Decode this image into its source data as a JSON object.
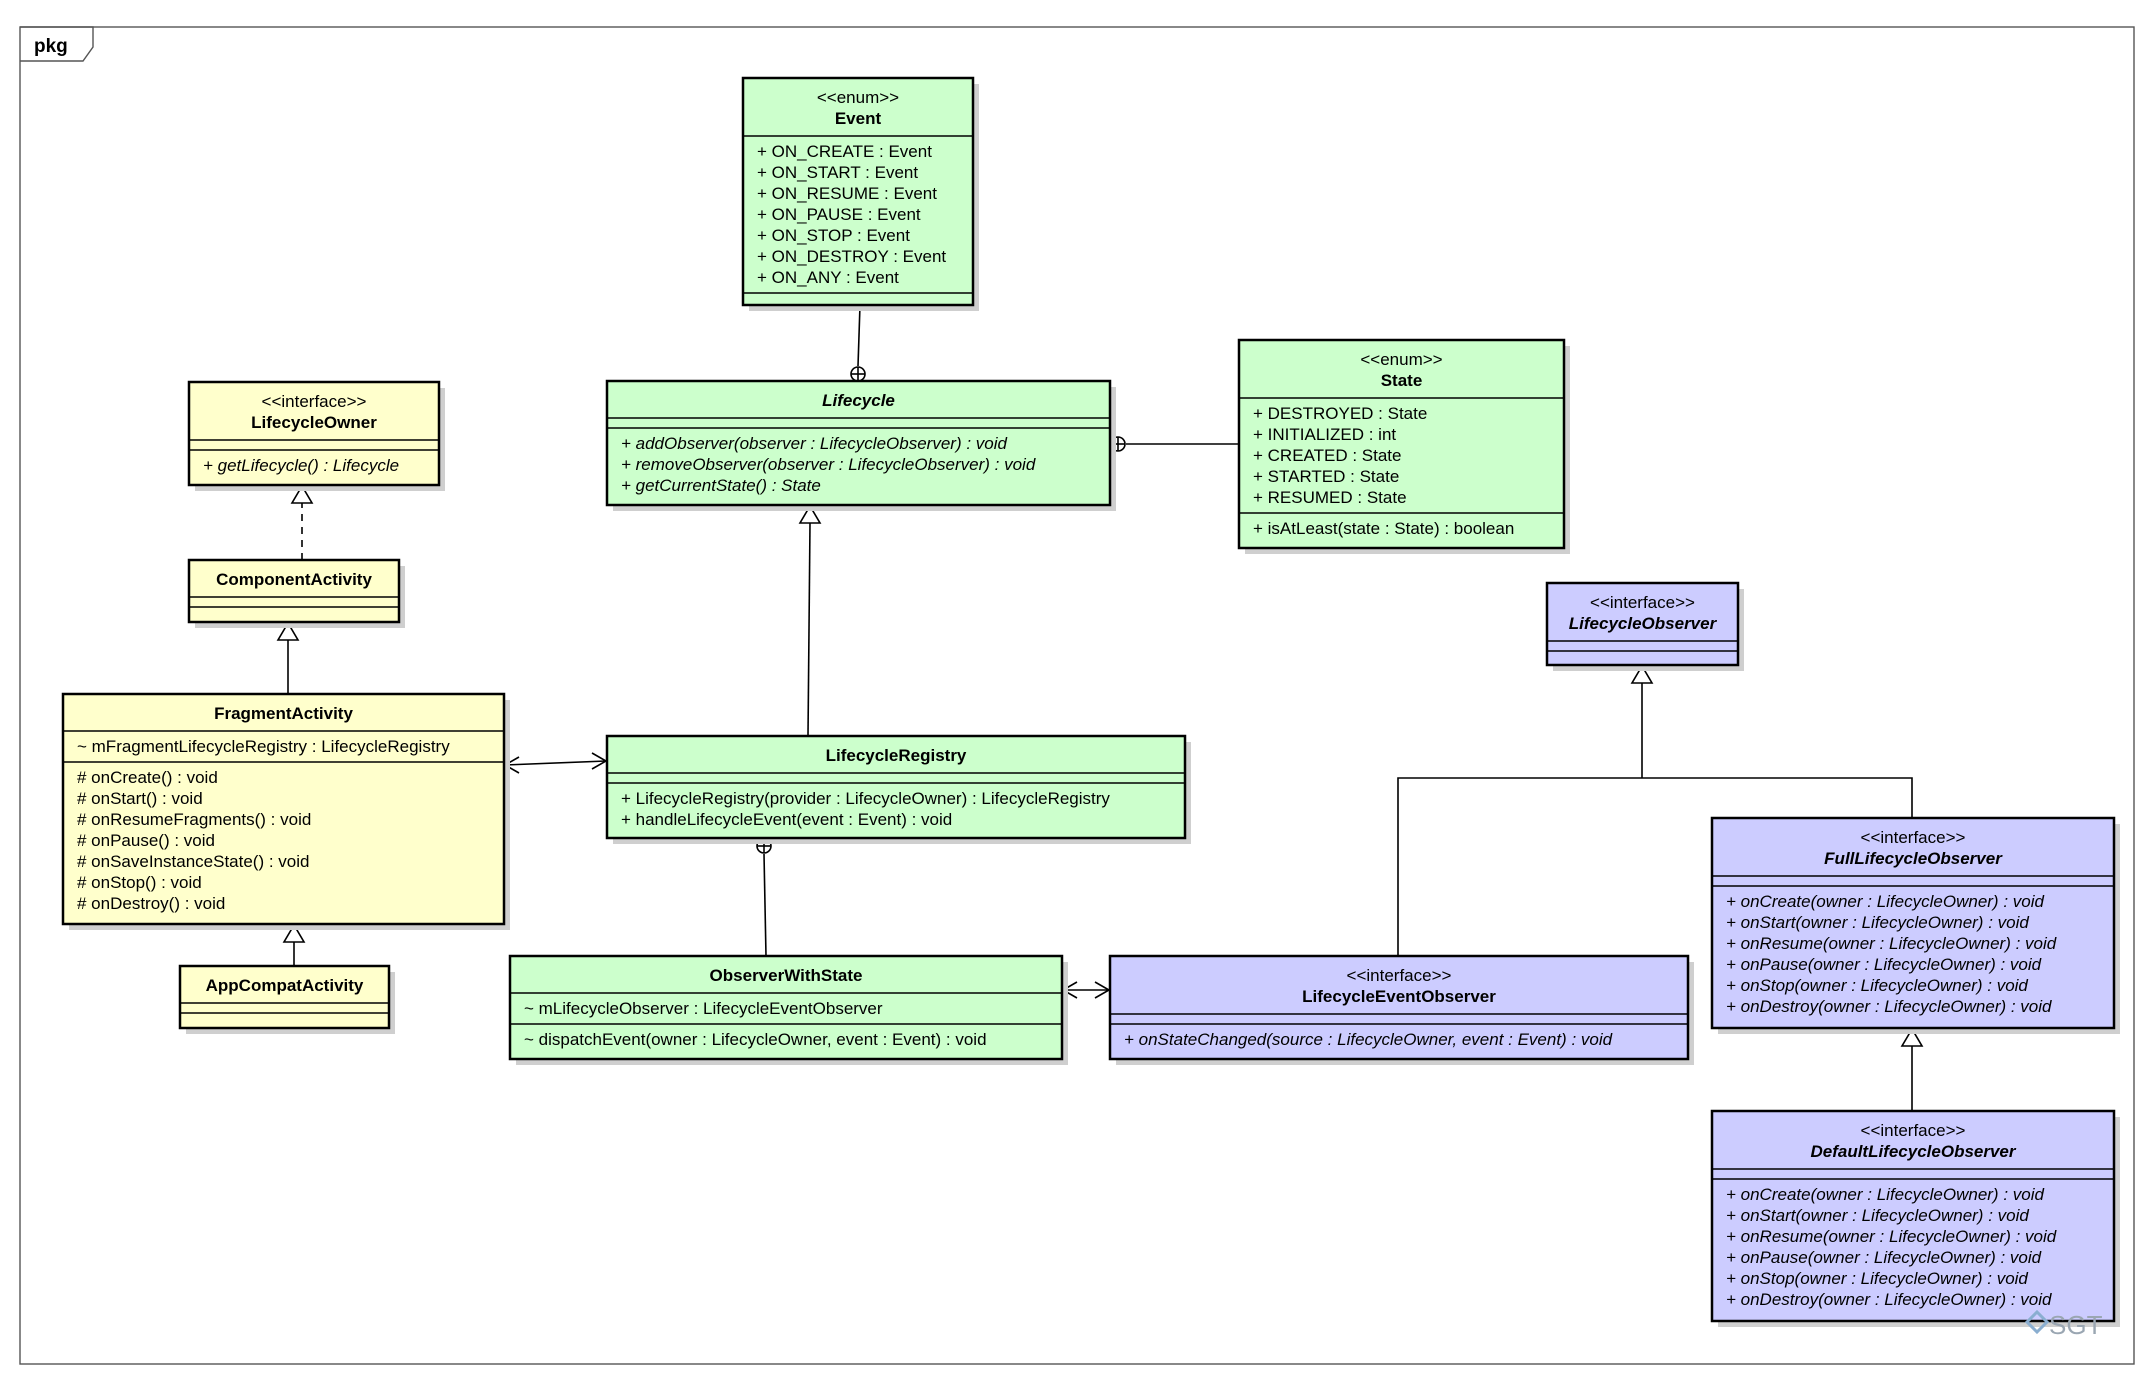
{
  "package_label": "pkg",
  "watermark": "SGT",
  "colors": {
    "yellow_fill": "#ffffcc",
    "green_fill": "#ccffcc",
    "purple_fill": "#ccccff",
    "line": "#000000"
  },
  "classes": {
    "event": {
      "stereotype": "<<enum>>",
      "name": "Event",
      "fill": "green",
      "name_italic": false,
      "attributes": [
        "+ ON_CREATE : Event",
        "+ ON_START : Event",
        "+ ON_RESUME : Event",
        "+ ON_PAUSE : Event",
        "+ ON_STOP : Event",
        "+ ON_DESTROY : Event",
        "+ ON_ANY : Event"
      ],
      "operations": []
    },
    "lifecycle": {
      "stereotype": "",
      "name": "Lifecycle",
      "fill": "green",
      "name_italic": true,
      "attributes": [],
      "operations": [
        "+ addObserver(observer : LifecycleObserver) : void",
        "+ removeObserver(observer : LifecycleObserver) : void",
        "+ getCurrentState() : State"
      ],
      "operations_italic": true
    },
    "state": {
      "stereotype": "<<enum>>",
      "name": "State",
      "fill": "green",
      "name_italic": false,
      "attributes": [
        "+ DESTROYED : State",
        "+ INITIALIZED : int",
        "+ CREATED : State",
        "+ STARTED : State",
        "+ RESUMED : State"
      ],
      "operations": [
        "+ isAtLeast(state : State) : boolean"
      ]
    },
    "lifecycle_owner": {
      "stereotype": "<<interface>>",
      "name": "LifecycleOwner",
      "fill": "yellow",
      "name_italic": false,
      "attributes": [],
      "operations": [
        "+ getLifecycle() : Lifecycle"
      ],
      "operations_italic": true
    },
    "component_activity": {
      "stereotype": "",
      "name": "ComponentActivity",
      "fill": "yellow",
      "name_italic": false,
      "attributes": [],
      "operations": []
    },
    "fragment_activity": {
      "stereotype": "",
      "name": "FragmentActivity",
      "fill": "yellow",
      "name_italic": false,
      "attributes": [
        "~ mFragmentLifecycleRegistry : LifecycleRegistry"
      ],
      "operations": [
        "# onCreate() : void",
        "# onStart() : void",
        "# onResumeFragments() : void",
        "# onPause() : void",
        "# onSaveInstanceState() : void",
        "# onStop() : void",
        "# onDestroy() : void"
      ]
    },
    "appcompat_activity": {
      "stereotype": "",
      "name": "AppCompatActivity",
      "fill": "yellow",
      "name_italic": false,
      "attributes": [],
      "operations": []
    },
    "lifecycle_registry": {
      "stereotype": "",
      "name": "LifecycleRegistry",
      "fill": "green",
      "name_italic": false,
      "attributes": [],
      "operations": [
        "+ LifecycleRegistry(provider : LifecycleOwner) : LifecycleRegistry",
        "+ handleLifecycleEvent(event : Event) : void"
      ]
    },
    "observer_with_state": {
      "stereotype": "",
      "name": "ObserverWithState",
      "fill": "green",
      "name_italic": false,
      "attributes": [
        "~ mLifecycleObserver : LifecycleEventObserver"
      ],
      "operations": [
        "~ dispatchEvent(owner : LifecycleOwner, event : Event) : void"
      ]
    },
    "lifecycle_observer": {
      "stereotype": "<<interface>>",
      "name": "LifecycleObserver",
      "fill": "purple",
      "name_italic": true,
      "attributes": [],
      "operations": []
    },
    "lifecycle_event_observer": {
      "stereotype": "<<interface>>",
      "name": "LifecycleEventObserver",
      "fill": "purple",
      "name_italic": false,
      "attributes": [],
      "operations": [
        "+ onStateChanged(source : LifecycleOwner, event : Event) : void"
      ],
      "operations_italic": true
    },
    "full_lifecycle_observer": {
      "stereotype": "<<interface>>",
      "name": "FullLifecycleObserver",
      "fill": "purple",
      "name_italic": true,
      "attributes": [],
      "operations": [
        "+ onCreate(owner : LifecycleOwner) : void",
        "+ onStart(owner : LifecycleOwner) : void",
        "+ onResume(owner : LifecycleOwner) : void",
        "+ onPause(owner : LifecycleOwner) : void",
        "+ onStop(owner : LifecycleOwner) : void",
        "+ onDestroy(owner : LifecycleOwner) : void"
      ],
      "operations_italic": true
    },
    "default_lifecycle_observer": {
      "stereotype": "<<interface>>",
      "name": "DefaultLifecycleObserver",
      "fill": "purple",
      "name_italic": true,
      "attributes": [],
      "operations": [
        "+ onCreate(owner : LifecycleOwner) : void",
        "+ onStart(owner : LifecycleOwner) : void",
        "+ onResume(owner : LifecycleOwner) : void",
        "+ onPause(owner : LifecycleOwner) : void",
        "+ onStop(owner : LifecycleOwner) : void",
        "+ onDestroy(owner : LifecycleOwner) : void"
      ],
      "operations_italic": true
    }
  },
  "relationships": [
    {
      "kind": "nested",
      "from": "event",
      "to": "lifecycle"
    },
    {
      "kind": "nested",
      "from": "state",
      "to": "lifecycle"
    },
    {
      "kind": "realization",
      "from": "component_activity",
      "to": "lifecycle_owner"
    },
    {
      "kind": "generalization",
      "from": "fragment_activity",
      "to": "component_activity"
    },
    {
      "kind": "generalization",
      "from": "appcompat_activity",
      "to": "fragment_activity"
    },
    {
      "kind": "generalization",
      "from": "lifecycle_registry",
      "to": "lifecycle"
    },
    {
      "kind": "association",
      "from": "fragment_activity",
      "to": "lifecycle_registry"
    },
    {
      "kind": "nested",
      "from": "observer_with_state",
      "to": "lifecycle_registry"
    },
    {
      "kind": "association",
      "from": "observer_with_state",
      "to": "lifecycle_event_observer"
    },
    {
      "kind": "generalization",
      "from": "lifecycle_event_observer",
      "to": "lifecycle_observer"
    },
    {
      "kind": "generalization",
      "from": "full_lifecycle_observer",
      "to": "lifecycle_observer"
    },
    {
      "kind": "generalization",
      "from": "default_lifecycle_observer",
      "to": "full_lifecycle_observer"
    }
  ]
}
